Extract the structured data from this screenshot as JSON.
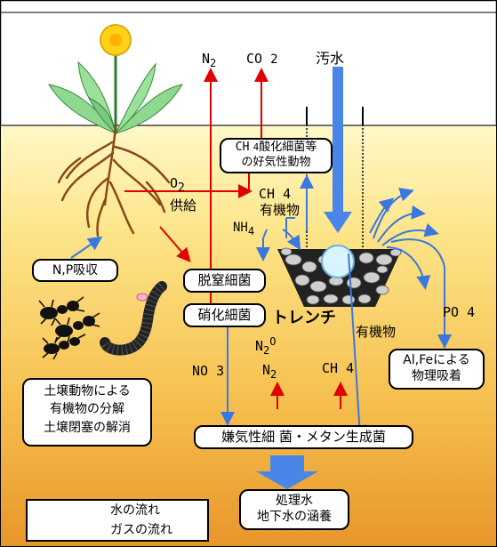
{
  "gases": {
    "n2_top": "N",
    "n2_top_sub": "2",
    "co2_top": "CO",
    "co2_top_sub": "2",
    "o2_supply": "O",
    "o2_supply_sub": "2",
    "o2_supply_word": "供給",
    "ch4_mid": "CH",
    "ch4_mid_sub": "4",
    "nh4": "NH",
    "nh4_sub": "4",
    "n2o": "N",
    "n2o_sub": "2",
    "n2o_o": "O",
    "n2_low": "N",
    "n2_low_sub": "2",
    "ch4_low": "CH",
    "ch4_low_sub": "4",
    "no3": "NO",
    "no3_sub": "3",
    "po4": "PO",
    "po4_sub": "4"
  },
  "labels": {
    "sewage": "汚水",
    "organic_upper": "有機物",
    "organic_lower": "有機物",
    "trench": "トレンチ"
  },
  "boxes": {
    "aerobic_line1_prefix": "CH",
    "aerobic_line1_sub": "4",
    "aerobic_line1_rest": "酸化細菌等",
    "aerobic_line2": "の好気性動物",
    "np_uptake": "N,P吸収",
    "denitrifying": "脱窒細菌",
    "nitrifying": "硝化細菌",
    "adsorption_line1": "Al,Feによる",
    "adsorption_line2": "物理吸着",
    "soil_line1": "土壌動物による",
    "soil_line2": "有機物の分解",
    "soil_line3": "土壌閉塞の解消",
    "anaerobic": "嫌気性細 菌・メタン生成菌",
    "treated_line1": "処理水",
    "treated_line2": "地下水の涵養"
  },
  "legend": {
    "water_flow": "水の流れ",
    "gas_flow": "ガスの流れ"
  },
  "colors": {
    "water_arrow": "#3a78e0",
    "gas_arrow": "#e00000",
    "sky": "#ffffff",
    "soil_top": "#fff2b0",
    "soil_bottom": "#d98a1a"
  }
}
